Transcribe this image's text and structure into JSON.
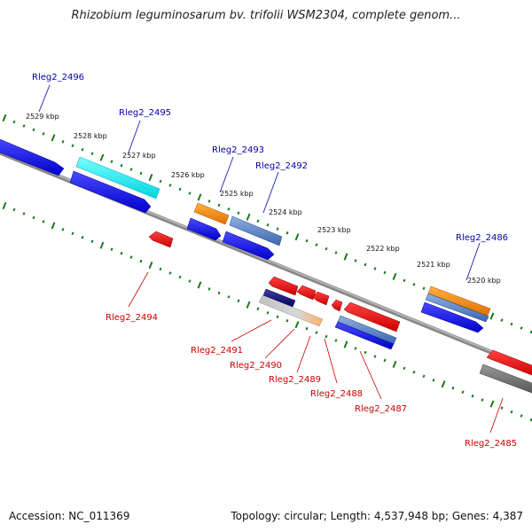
{
  "title": "Rhizobium leguminosarum bv. trifolii WSM2304, complete genom...",
  "footer": {
    "accession": "Accession: NC_011369",
    "summary": "Topology: circular; Length: 4,537,948 bp; Genes: 4,387"
  },
  "scale": {
    "ticks": [
      {
        "label": "2529 kbp",
        "kbp": 2529
      },
      {
        "label": "2528 kbp",
        "kbp": 2528
      },
      {
        "label": "2527 kbp",
        "kbp": 2527
      },
      {
        "label": "2526 kbp",
        "kbp": 2526
      },
      {
        "label": "2525 kbp",
        "kbp": 2525
      },
      {
        "label": "2524 kbp",
        "kbp": 2524
      },
      {
        "label": "2523 kbp",
        "kbp": 2523
      },
      {
        "label": "2522 kbp",
        "kbp": 2522
      },
      {
        "label": "2521 kbp",
        "kbp": 2521
      },
      {
        "label": "2520 kbp",
        "kbp": 2520
      }
    ]
  },
  "colors": {
    "forward_label": "#0000aa",
    "reverse_label": "#cc0000",
    "backbone": "#808080",
    "tick": "#1a7a1a"
  },
  "forward_labels": [
    {
      "name": "Rleg2_2496"
    },
    {
      "name": "Rleg2_2495"
    },
    {
      "name": "Rleg2_2493"
    },
    {
      "name": "Rleg2_2492"
    },
    {
      "name": "Rleg2_2486"
    }
  ],
  "reverse_labels": [
    {
      "name": "Rleg2_2494"
    },
    {
      "name": "Rleg2_2491"
    },
    {
      "name": "Rleg2_2490"
    },
    {
      "name": "Rleg2_2489"
    },
    {
      "name": "Rleg2_2488"
    },
    {
      "name": "Rleg2_2487"
    },
    {
      "name": "Rleg2_2485"
    }
  ]
}
